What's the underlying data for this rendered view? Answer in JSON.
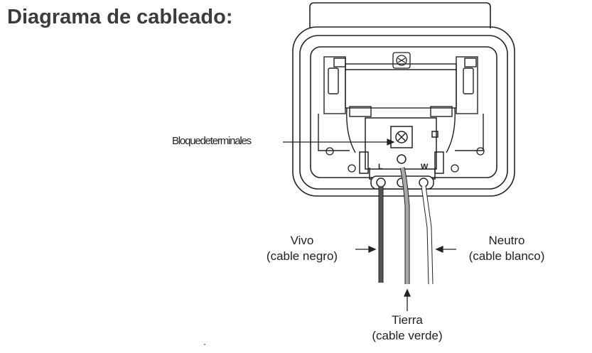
{
  "title": "Diagrama de cableado:",
  "labels": {
    "terminal_block": "Bloquedeterminales",
    "live": "Vivo",
    "live_sub": "(cable negro)",
    "neutral": "Neutro",
    "neutral_sub": "(cable blanco)",
    "ground": "Tierra",
    "ground_sub": "(cable verde)",
    "terminal_L": "L",
    "terminal_W": "W"
  },
  "colors": {
    "live_wire": "#555555",
    "ground_wire": "#a8a8a8",
    "neutral_wire": "#ffffff",
    "outline": "#222222"
  }
}
